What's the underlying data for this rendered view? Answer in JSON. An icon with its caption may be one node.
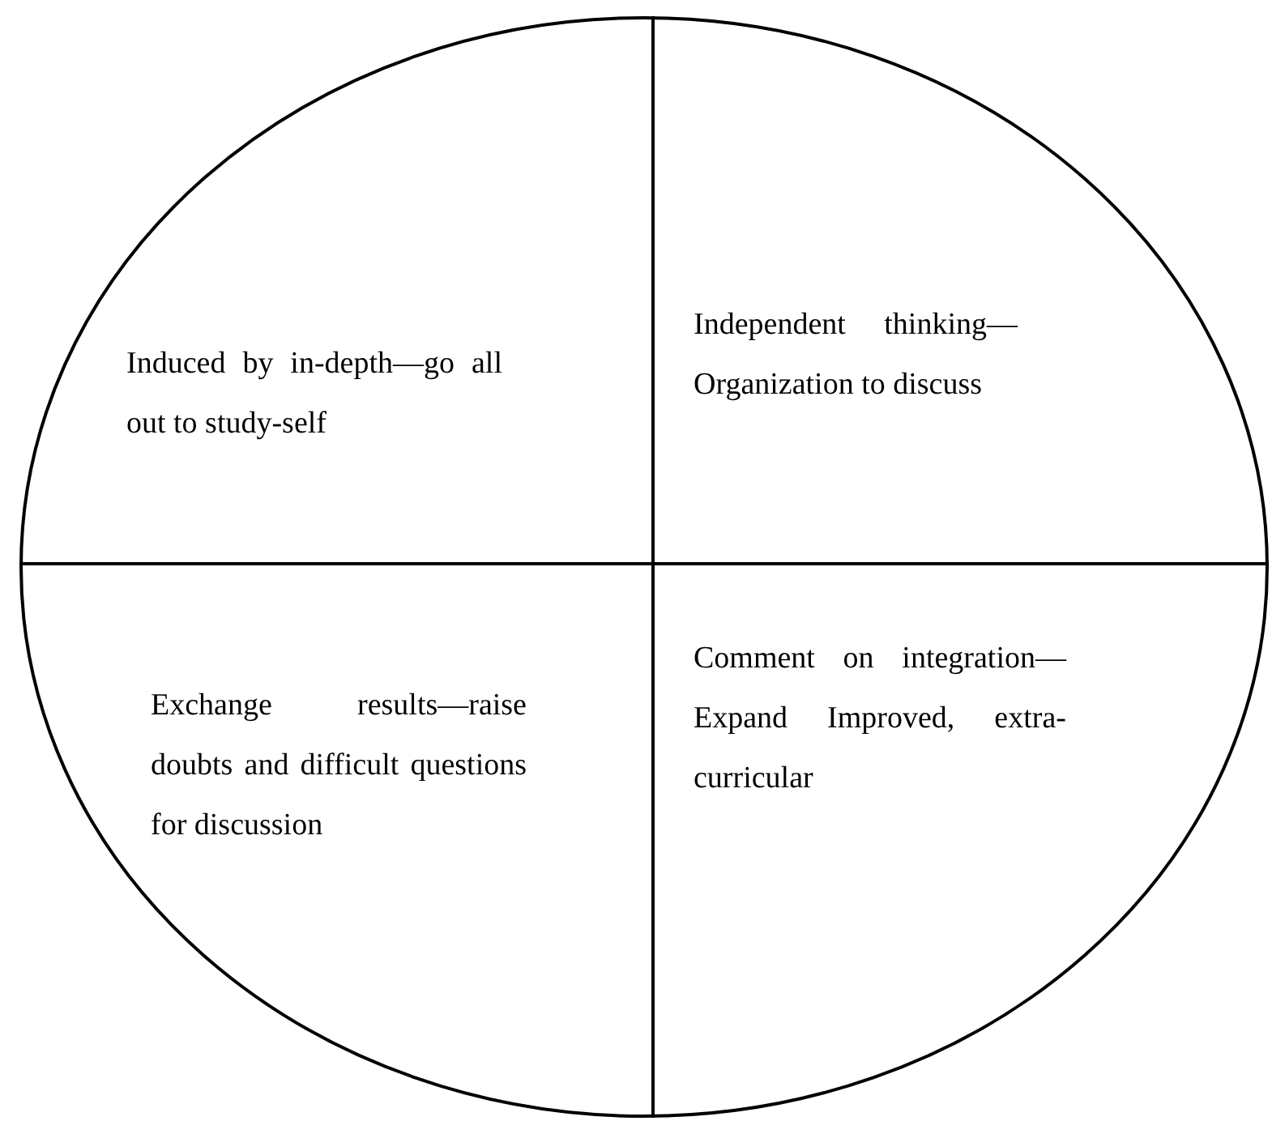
{
  "diagram": {
    "nodes": [
      {
        "text": [],
        "shape": "ellipse"
      },
      {
        "text": [
          "Induced by in-depth—go all out to study-self"
        ],
        "in": 0
      },
      {
        "text": [
          "Independent thinking— Organization to discuss"
        ],
        "in": 0
      },
      {
        "text": [
          "Exchange results—raise doubts and difficult questions for discussion"
        ],
        "in": 0
      },
      {
        "text": [
          "Comment on integration—Expand Improved, extra-curricular"
        ],
        "in": 0
      }
    ]
  }
}
